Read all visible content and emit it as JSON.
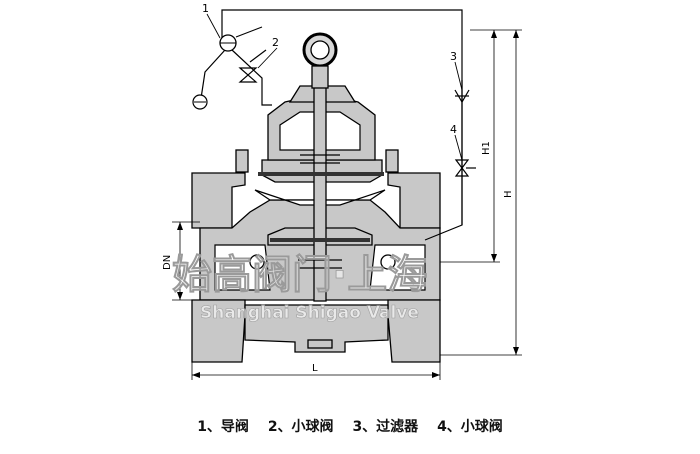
{
  "callouts": [
    "1",
    "2",
    "3",
    "4"
  ],
  "dimensions": {
    "dn": "DN",
    "h1": "H1",
    "h": "H",
    "l": "L"
  },
  "watermark": {
    "cn": "始高阀门·上海",
    "en": "Shanghai Shigao Valve"
  },
  "legend": [
    "1、导阀",
    "2、小球阀",
    "3、过滤器",
    "4、小球阀"
  ],
  "colors": {
    "body_fill": "#c8c8c8",
    "line": "#000000"
  }
}
